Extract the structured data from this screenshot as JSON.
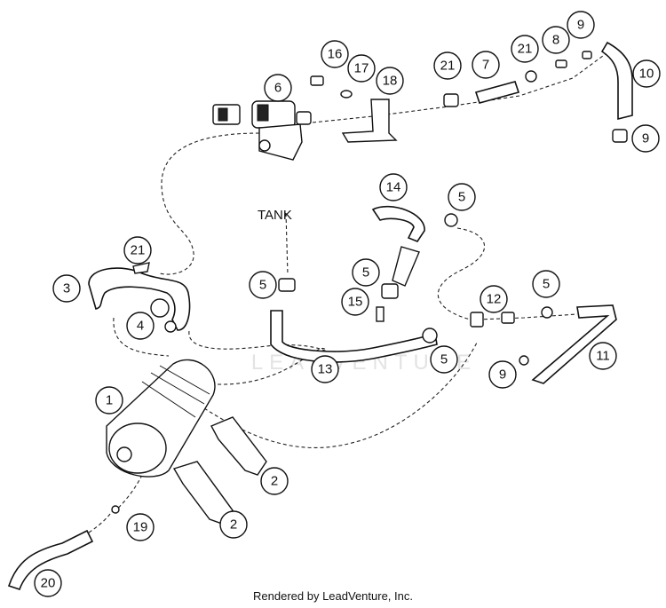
{
  "diagram": {
    "tank_label": "TANK",
    "watermark": "LEADVENTURE",
    "footer": "Rendered by LeadVenture, Inc.",
    "callouts": [
      "1",
      "2",
      "2",
      "3",
      "4",
      "5",
      "5",
      "5",
      "5",
      "5",
      "6",
      "7",
      "8",
      "9",
      "9",
      "9",
      "10",
      "11",
      "12",
      "13",
      "14",
      "15",
      "16",
      "17",
      "18",
      "19",
      "20",
      "21",
      "21",
      "21"
    ]
  }
}
